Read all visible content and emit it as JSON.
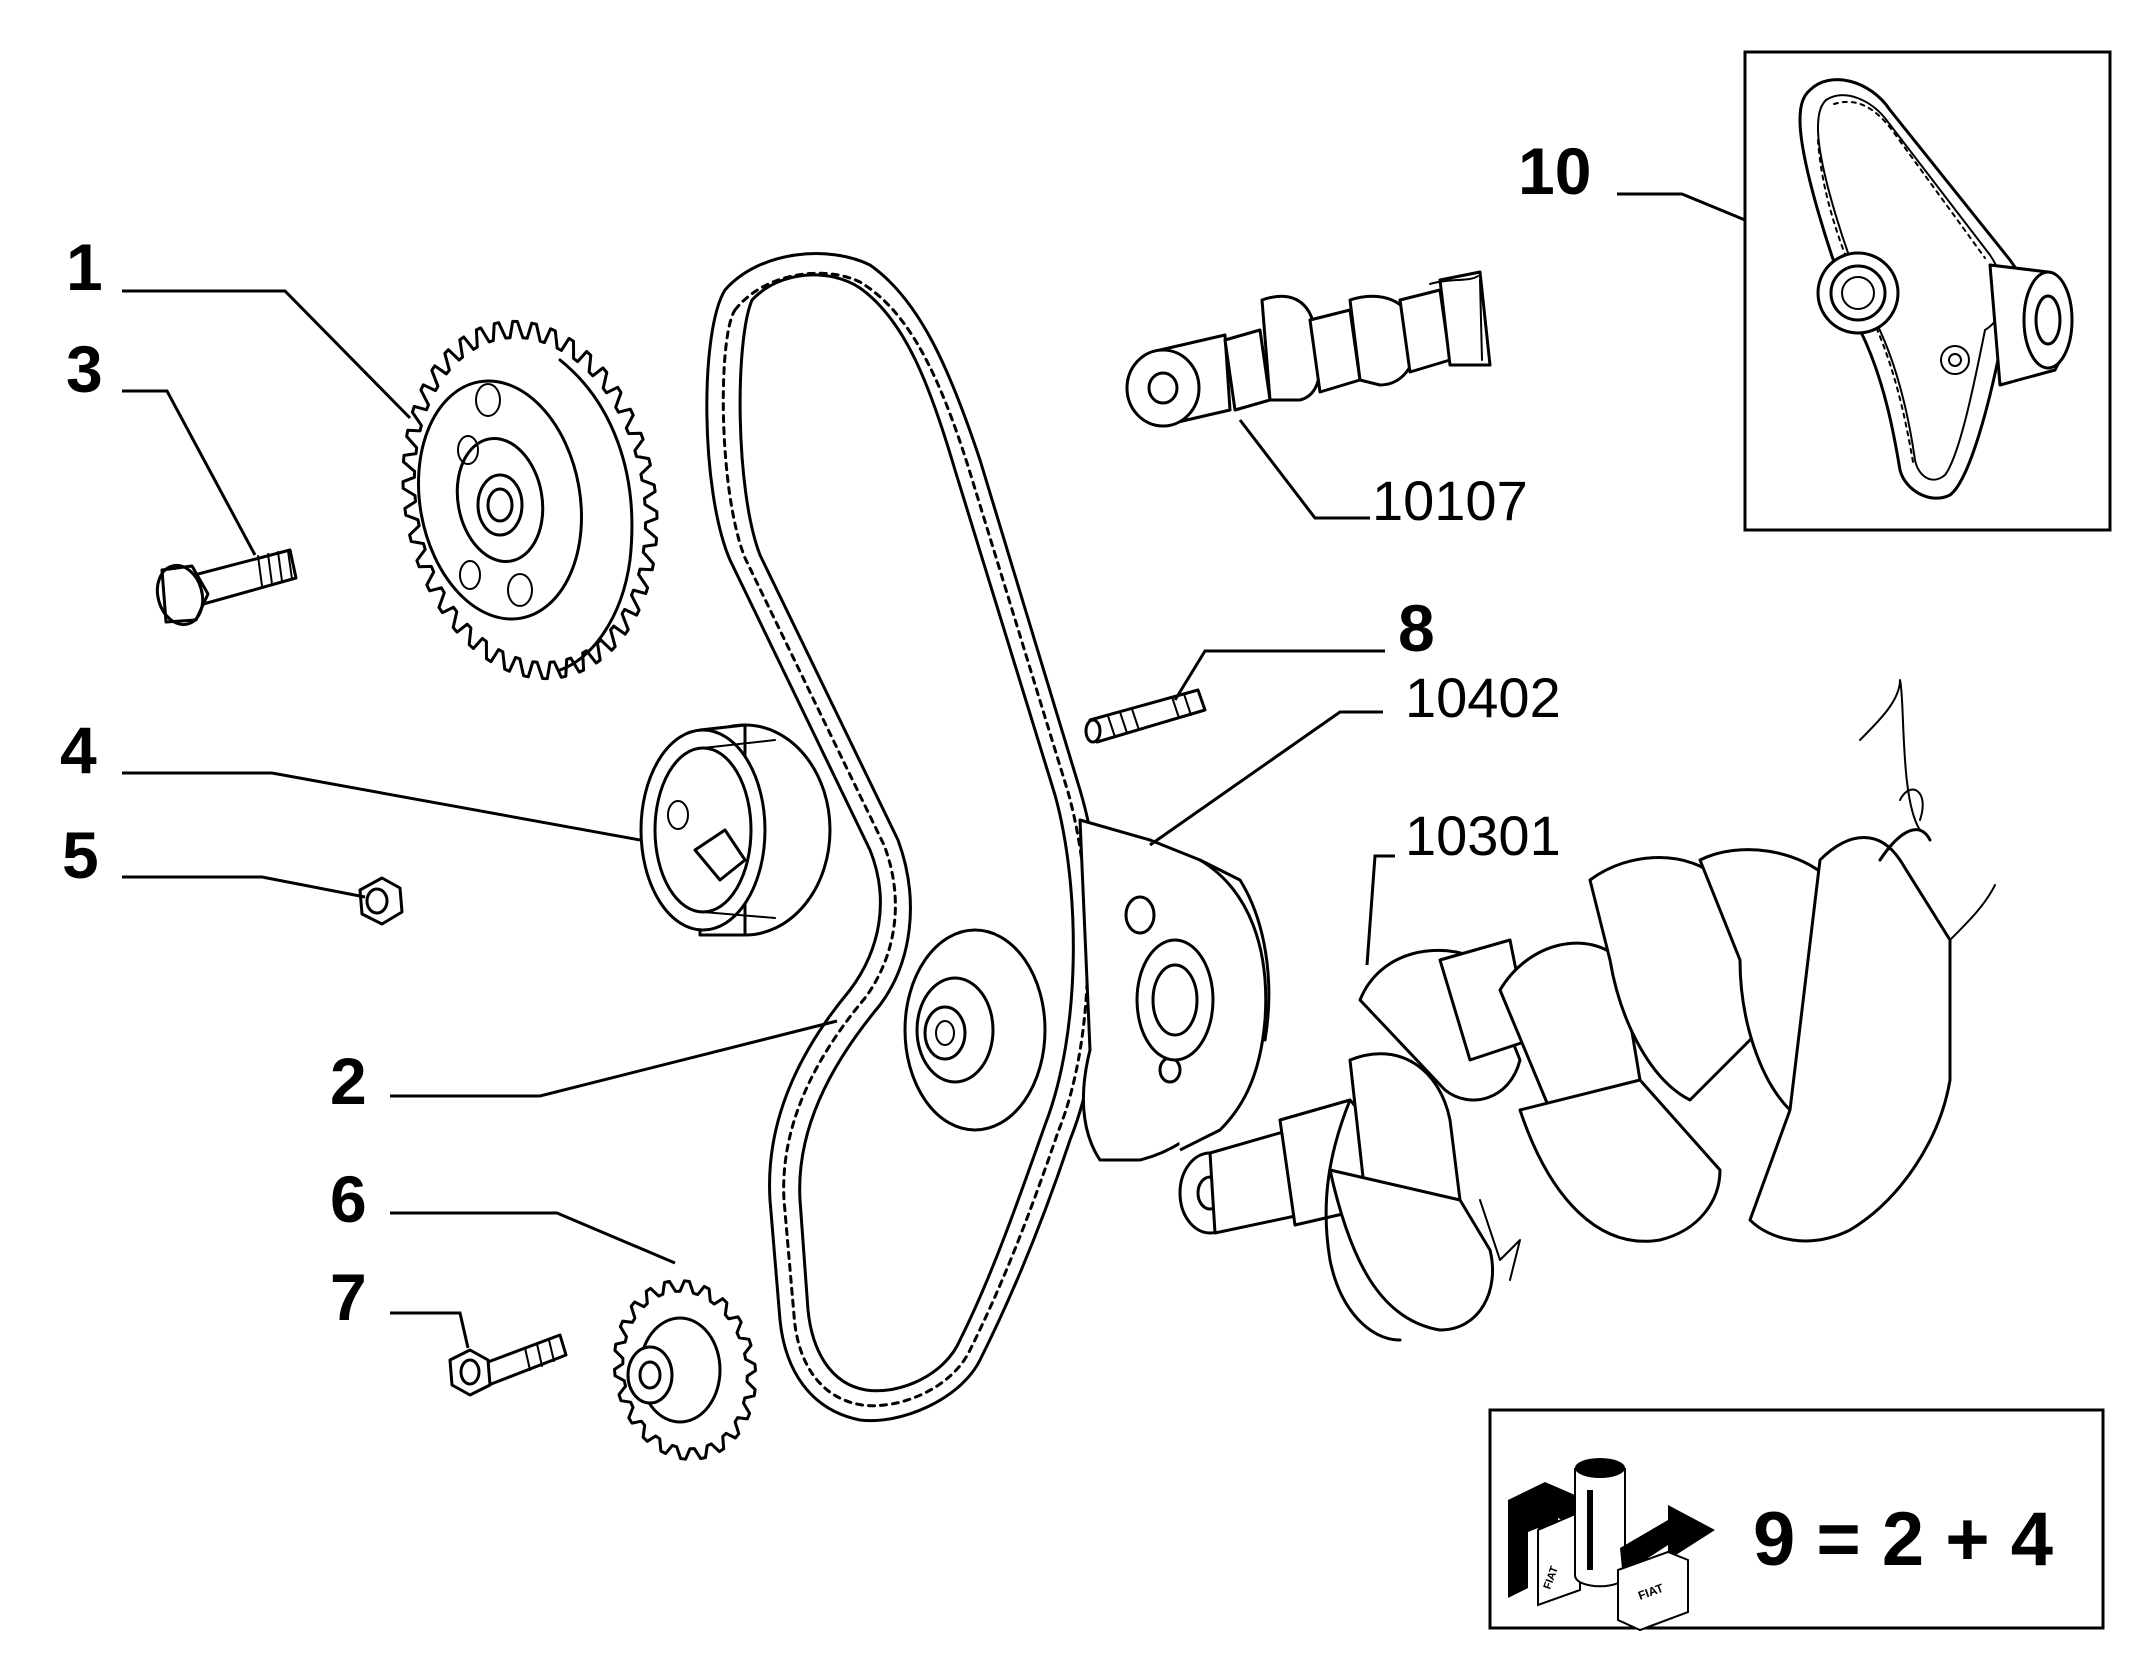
{
  "labels": {
    "l1": "1",
    "l2": "2",
    "l3": "3",
    "l4": "4",
    "l5": "5",
    "l6": "6",
    "l7": "7",
    "l8": "8",
    "l10": "10",
    "l10107": "10107",
    "l10402": "10402",
    "l10301": "10301"
  },
  "kit_box": {
    "equation": "9 = 2 + 4",
    "logo_text": "FIAT"
  },
  "icons": {
    "kit": "parts-kit-icon"
  }
}
